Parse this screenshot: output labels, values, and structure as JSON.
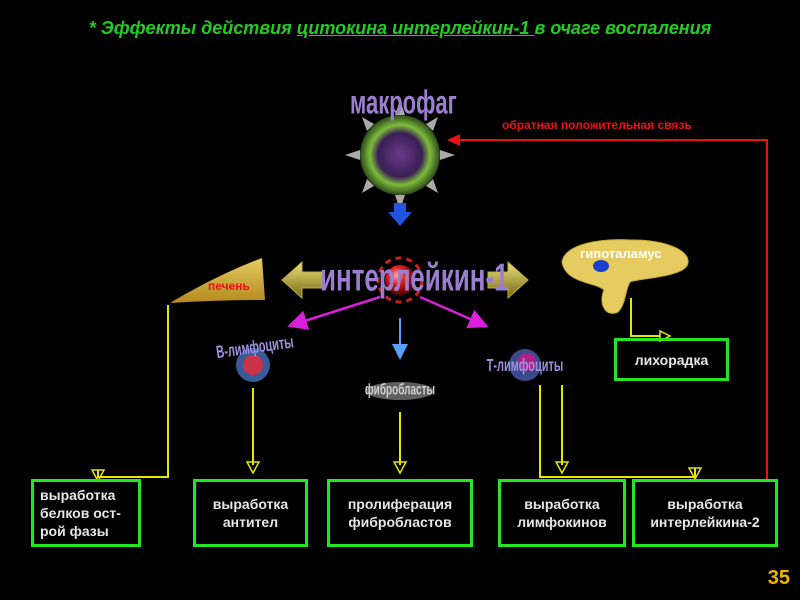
{
  "title": {
    "prefix": "* Эффекты действия ",
    "underlined": "цитокина  интерлейкин-1 ",
    "suffix": "в очаге воспаления"
  },
  "cells": {
    "macrophage": "макрофаг",
    "interleukin": "интерлейкин-1",
    "b_lymphocytes": "В-лимфоциты",
    "fibroblasts": "фибробласты",
    "t_lymphocytes": "Т-лимфоциты"
  },
  "organs": {
    "liver": "печень",
    "hypothalamus": "гипоталамус"
  },
  "feedback_label": "обратная положительная связь",
  "boxes": {
    "fever": "лихорадка",
    "acute_phase": "выработка белков ост-рой фазы",
    "antibodies": "выработка антител",
    "fibroblast_prolif": "пролиферация фибробластов",
    "lymphokines": "выработка лимфокинов",
    "il2": "выработка интерлейкина-2"
  },
  "page_number": "35",
  "colors": {
    "title": "#22cc22",
    "box_border": "#22e622",
    "connector": "#e6e600",
    "feedback": "#ee1111",
    "pink_arrow": "#d820d8",
    "blue_arrow": "#5aa0ff",
    "organ": "#e6cc60",
    "page_number": "#f0b400"
  }
}
